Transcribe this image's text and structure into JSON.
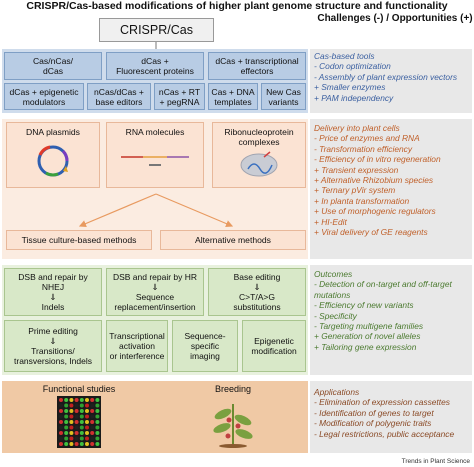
{
  "title": "CRISPR/Cas-based modifications of higher plant genome structure and functionality",
  "challenges_title": "Challenges (-) / Opportunities (+)",
  "root": "CRISPR/Cas",
  "tools": {
    "row1": [
      "Cas/nCas/\ndCas",
      "dCas +\nFluorescent proteins",
      "dCas + transcriptional\neffectors"
    ],
    "row2": [
      "dCas + epigenetic\nmodulators",
      "nCas/dCas +\nbase editors",
      "nCas + RT\n+ pegRNA",
      "Cas + DNA\ntemplates",
      "New Cas\nvariants"
    ]
  },
  "delivery": {
    "items": [
      "DNA plasmids",
      "RNA molecules",
      "Ribonucleoprotein\ncomplexes"
    ],
    "methods": [
      "Tissue culture-based methods",
      "Alternative methods"
    ]
  },
  "outcomes": {
    "row1": [
      "DSB and repair by\nNHEJ\n⇓\nIndels",
      "DSB and repair by HR\n⇓\nSequence\nreplacement/insertion",
      "Base editing\n⇓\nC>T/A>G\nsubstitutions"
    ],
    "row2": [
      "Prime editing\n⇓\nTransitions/\ntransversions, Indels",
      "Transcriptional\nactivation\nor interference",
      "Sequence-\nspecific\nimaging",
      "Epigenetic\nmodification"
    ]
  },
  "applications": [
    "Functional studies",
    "Breeding"
  ],
  "panels": {
    "tools": {
      "heading": "Cas-based tools",
      "items": [
        "- Codon optimization",
        "- Assembly of plant expression vectors",
        "+ Smaller enzymes",
        "+ PAM independency"
      ]
    },
    "delivery": {
      "heading": "Delivery into plant cells",
      "items": [
        "- Price of enzymes and RNA",
        "- Transformation efficiency",
        "- Efficiency of in vitro regeneration",
        "+ Transient expression",
        "+ Alternative Rhizobium species",
        "+ Ternary pVir system",
        "+ In planta transformation",
        "+ Use of morphogenic regulators",
        "+ HI-Edit",
        "+ Viral delivery of GE reagents"
      ]
    },
    "outcomes": {
      "heading": "Outcomes",
      "items": [
        "- Detection of on-target and off-target\n  mutations",
        "- Efficiency of new variants",
        "- Specificity",
        "- Targeting multigene families",
        "+ Generation of novel alleles",
        "+ Tailoring gene expression"
      ]
    },
    "applications": {
      "heading": "Applications",
      "items": [
        "- Elimination of expression cassettes",
        "- Identification of genes to target",
        "- Modification of polygenic traits",
        "- Legal restrictions, public acceptance"
      ]
    }
  },
  "footer": "Trends in Plant Science",
  "colors": {
    "tools_band": "#cfdcec",
    "tool_box": "#b8cce4",
    "delivery_band": "#f7d9c4",
    "outcome_band": "#e4efd8",
    "app_band": "#eab07f",
    "panel_bg": "#e8e8e8"
  }
}
